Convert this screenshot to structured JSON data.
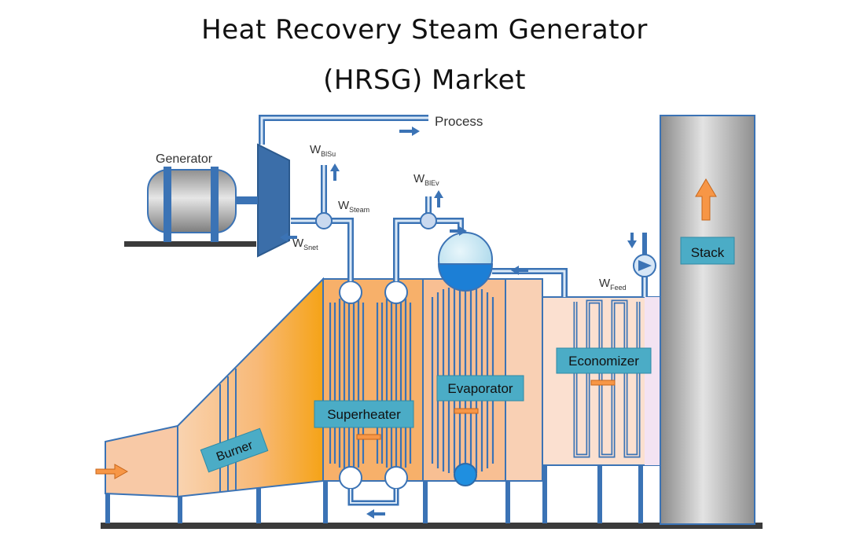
{
  "title": {
    "line1": "Heat Recovery Steam Generator",
    "line2": "(HRSG) Market"
  },
  "labels": {
    "process": "Process",
    "generator": "Generator",
    "stack": "Stack",
    "burner": "Burner",
    "superheater": "Superheater",
    "evaporator": "Evaporator",
    "economizer": "Economizer"
  },
  "flows": {
    "w_blsu": {
      "main": "W",
      "sub": "BlSu"
    },
    "w_steam": {
      "main": "W",
      "sub": "Steam"
    },
    "w_snet": {
      "main": "W",
      "sub": "Snet"
    },
    "w_blev": {
      "main": "W",
      "sub": "BlEv"
    },
    "w_feed": {
      "main": "W",
      "sub": "Feed"
    }
  },
  "colors": {
    "pipe": "#3b73b5",
    "label_box": "#4bacc6",
    "duct_light": "#f8c9a6",
    "burner_hot": "#f5a623",
    "stack_grey": "#bdbdbd",
    "arrow_orange": "#f79646"
  }
}
